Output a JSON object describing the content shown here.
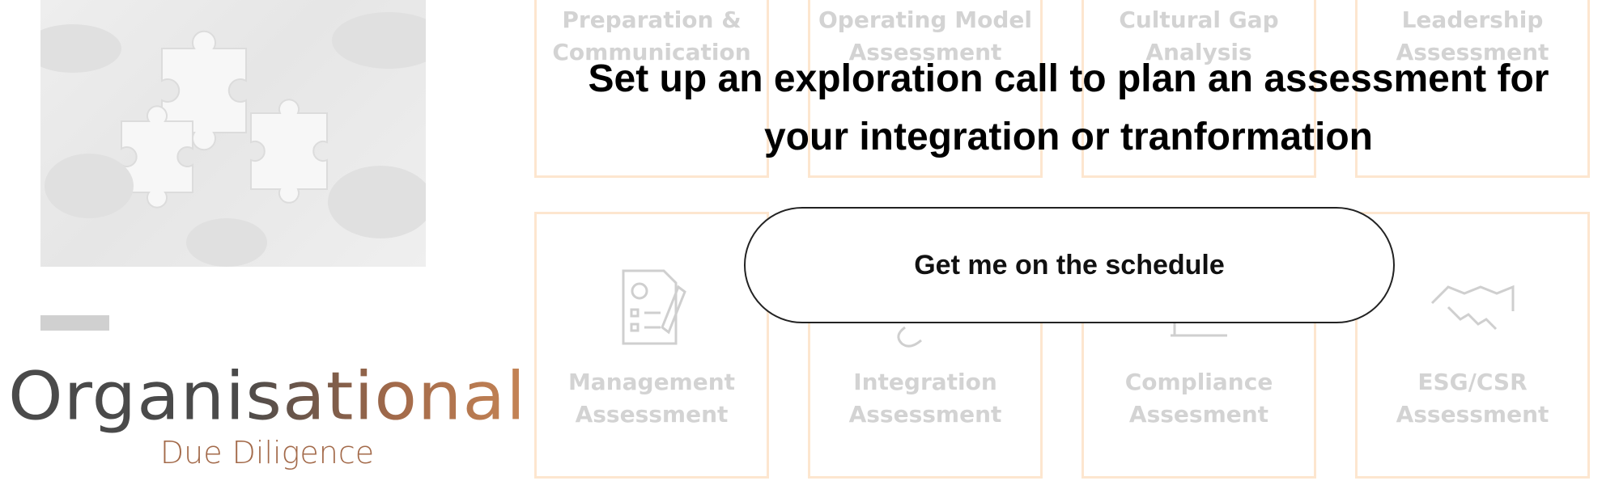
{
  "headline": {
    "line1": "Set up an exploration call to plan an assessment for",
    "line2": "your integration or tranformation"
  },
  "cta": {
    "label": "Get me on the schedule"
  },
  "brand": {
    "main": "Organisational",
    "sub": "Due Diligence"
  },
  "cards": {
    "row1": [
      {
        "line1": "Preparation &",
        "line2": "Communication",
        "icon": "speech-bubbles-icon"
      },
      {
        "line1": "Operating Model",
        "line2": "Assessment",
        "icon": "gear-cycle-icon"
      },
      {
        "line1": "Cultural Gap",
        "line2": "Analysis",
        "icon": "gap-arrows-icon"
      },
      {
        "line1": "Leadership",
        "line2": "Assessment",
        "icon": "team-icon"
      }
    ],
    "row2": [
      {
        "line1": "Management",
        "line2": "Assessment",
        "icon": "checklist-gear-icon"
      },
      {
        "line1": "Integration",
        "line2": "Assessment",
        "icon": "link-icon"
      },
      {
        "line1": "Compliance",
        "line2": "Assesment",
        "icon": "monitor-icon"
      },
      {
        "line1": "ESG/CSR",
        "line2": "Assessment",
        "icon": "handshake-icon"
      }
    ]
  },
  "colors": {
    "card_border": "#fde6cf",
    "card_text": "#d3d3d3",
    "brand_accent": "#a36a4a"
  }
}
